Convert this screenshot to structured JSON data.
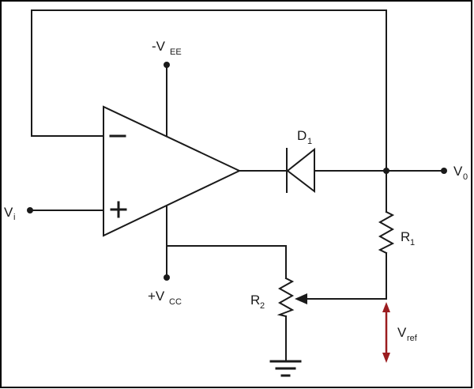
{
  "schematic": {
    "colors": {
      "background": "#ffffff",
      "wire": "#1a1a1a",
      "border": "#000000",
      "vref_arrow": "#9b1c1f"
    },
    "labels": {
      "neg_supply": {
        "main": "-V",
        "sub": "EE"
      },
      "pos_supply": {
        "main": "+V",
        "sub": "CC"
      },
      "input": {
        "main": "V",
        "sub": "i"
      },
      "output": {
        "main": "V",
        "sub": "0"
      },
      "diode": {
        "main": "D",
        "sub": "1"
      },
      "resistor1": {
        "main": "R",
        "sub": "1"
      },
      "resistor2": {
        "main": "R",
        "sub": "2"
      },
      "vref": {
        "main": "V",
        "sub": "ref"
      }
    },
    "opamp": {
      "inverting_symbol": "-",
      "noninverting_symbol": "+"
    }
  }
}
